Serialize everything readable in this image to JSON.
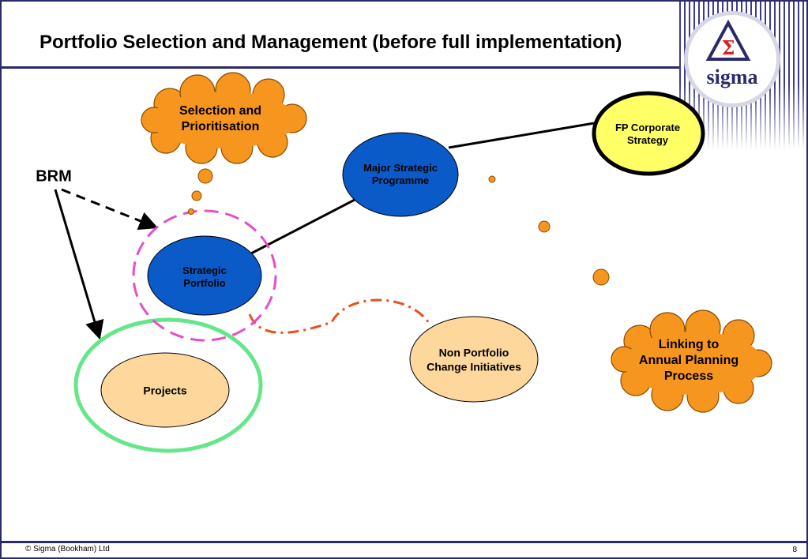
{
  "slide": {
    "title": "Portfolio Selection and Management (before full implementation)",
    "footer": "© Sigma (Bookham) Ltd",
    "page_number": "8"
  },
  "logo": {
    "text": "sigma",
    "symbol": "Σ"
  },
  "nodes": {
    "brm": "BRM",
    "selection_cloud_line1": "Selection and",
    "selection_cloud_line2": "Prioritisation",
    "major_programme_line1": "Major Strategic",
    "major_programme_line2": "Programme",
    "fp_strategy_line1": "FP Corporate",
    "fp_strategy_line2": "Strategy",
    "strategic_portfolio_line1": "Strategic",
    "strategic_portfolio_line2": "Portfolio",
    "projects": "Projects",
    "non_portfolio_line1": "Non Portfolio",
    "non_portfolio_line2": "Change Initiatives",
    "linking_cloud_line1": "Linking to",
    "linking_cloud_line2": "Annual Planning",
    "linking_cloud_line3": "Process"
  },
  "colors": {
    "frame": "#2a2a6a",
    "blue_node": "#0a5ac8",
    "yellow_node": "#ffff66",
    "peach_node": "#fdd79c",
    "orange_cloud": "#f7961e",
    "green_ring": "#66e68a",
    "magenta_dash": "#e64ec8",
    "orange_dash": "#e8501e"
  }
}
